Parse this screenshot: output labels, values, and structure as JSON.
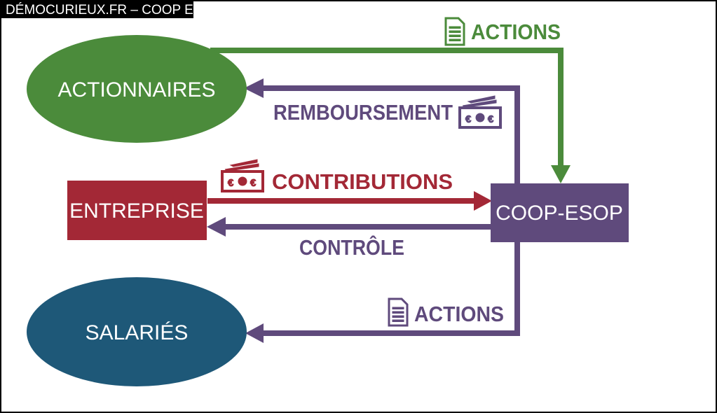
{
  "header": {
    "title": "DÉMOCURIEUX.FR – COOP ESOP"
  },
  "colors": {
    "green": "#4b8b3b",
    "purple": "#5f4a7c",
    "red": "#a32836",
    "blue": "#1e5878"
  },
  "nodes": {
    "actionnaires": "ACTIONNAIRES",
    "entreprise": "ENTREPRISE",
    "salaries": "SALARIÉS",
    "coop": "COOP-ESOP"
  },
  "flows": {
    "actions_top": {
      "label": "ACTIONS",
      "icon": "document-icon"
    },
    "remboursement": {
      "label": "REMBOURSEMENT",
      "icon": "banknote-icon"
    },
    "contributions": {
      "label": "CONTRIBUTIONS",
      "icon": "banknote-icon"
    },
    "controle": {
      "label": "CONTRÔLE"
    },
    "actions_bottom": {
      "label": "ACTIONS",
      "icon": "document-icon"
    }
  }
}
